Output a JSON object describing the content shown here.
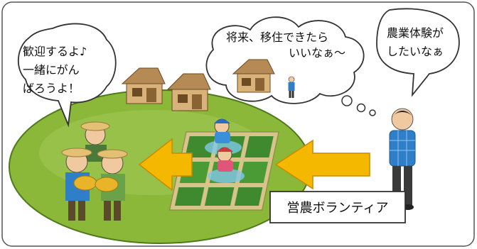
{
  "bubbles": {
    "welcome": {
      "line1": "歓迎するよ♪",
      "line2": "一緒にがん",
      "line3": "ばろうよ！"
    },
    "dream": {
      "line1": "将来、移住できたら",
      "line2": "いいなぁ～"
    },
    "wish": {
      "line1": "農業体験が",
      "line2": "したいなぁ"
    }
  },
  "label": {
    "text": "営農ボランティア"
  },
  "colors": {
    "frame_border": "#555555",
    "field_green": "#8cb83a",
    "field_border": "#4e7a1c",
    "arrow_fill": "#f5b800",
    "arrow_stroke": "#c98a00",
    "shirt_blue": "#2f7fc8",
    "rice_gold": "#e8b52a"
  }
}
